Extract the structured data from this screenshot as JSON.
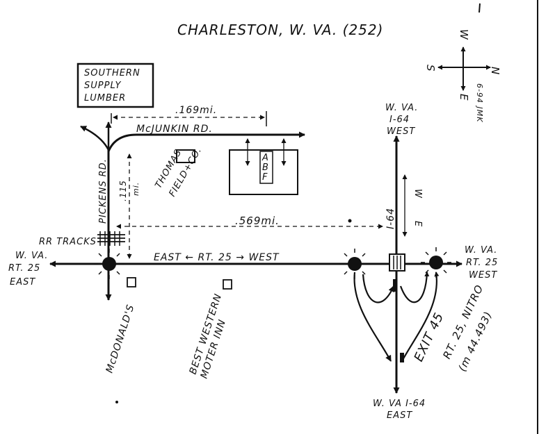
{
  "title": "CHARLESTON, W. VA. (252)",
  "compass": {
    "north": "N",
    "south": "S",
    "east": "E",
    "west": "W",
    "note": "6-94 JMK"
  },
  "landmarks": {
    "lumber": [
      "SOUTHERN",
      "SUPPLY",
      "LUMBER"
    ],
    "abf": [
      "A",
      "B",
      "F"
    ],
    "thomas_line1": "THOMAS",
    "thomas_line2": "FIELD+CO.",
    "mcdonalds": "McDONALD'S",
    "best_western_line1": "BEST WESTERN",
    "best_western_line2": "MOTER INN"
  },
  "roads": {
    "mcjunkin": "McJUNKIN RD.",
    "pickens": "PICKENS RD.",
    "rr_tracks": "RR TRACKS",
    "rt25_center": "EAST ← RT. 25 → WEST",
    "rt25_west_end": [
      "W. VA.",
      "RT. 25",
      "EAST"
    ],
    "rt25_east_end": [
      "W. VA.",
      "RT. 25",
      "WEST"
    ],
    "i64_north": [
      "W. VA.",
      "I-64",
      "WEST"
    ],
    "i64_south": "W. VA I-64",
    "i64_south_dir": "EAST",
    "i64_label": "I-64",
    "i64_e": "E",
    "i64_w": "W"
  },
  "distances": {
    "mcjunkin": ".169mi.",
    "pickens_value": ".115",
    "pickens_unit": "mi.",
    "rt25": ".569mi."
  },
  "exit": {
    "line1": "EXIT 45",
    "line2": "RT. 25, NITRO",
    "line3": "(m 44.493)"
  }
}
